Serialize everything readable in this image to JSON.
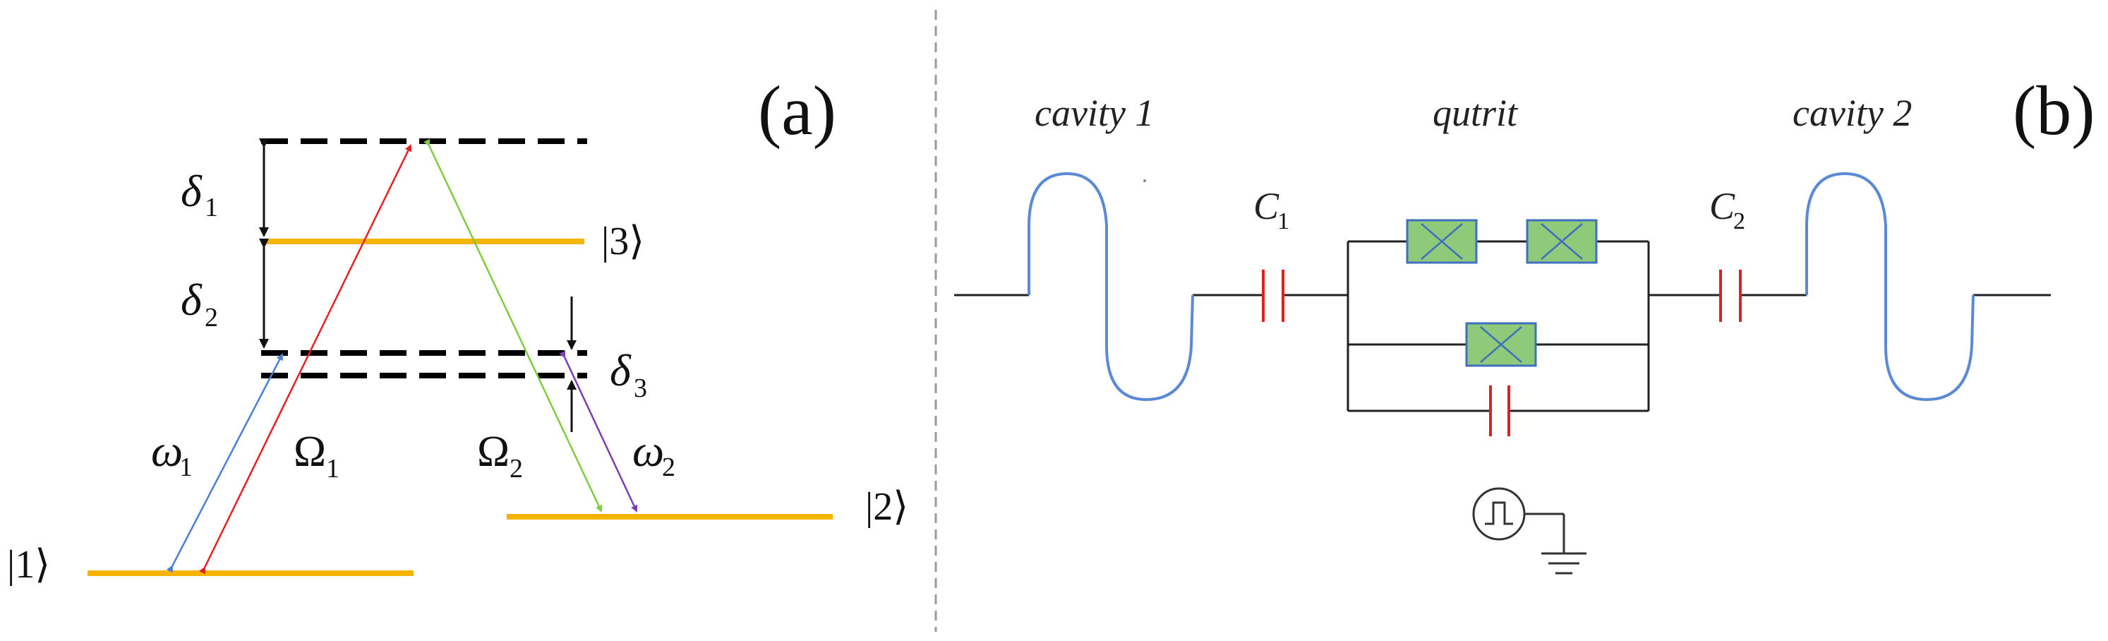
{
  "panel_a": {
    "label": "(a)",
    "levels": {
      "ket1": "|1⟩",
      "ket2": "|2⟩",
      "ket3": "|3⟩"
    },
    "symbols": {
      "delta": "δ",
      "omega_lower": "ω",
      "omega_upper": "Ω",
      "delta1_sub": "1",
      "delta2_sub": "2",
      "delta3_sub": "3",
      "omega1_sub": "1",
      "omega2_sub": "2",
      "Omega1_sub": "1",
      "Omega2_sub": "2"
    },
    "colors": {
      "level": "#f5b400",
      "virtual": "#000000",
      "omega1_arrow": "#4a7fd4",
      "Omega1_arrow": "#e62020",
      "Omega2_arrow": "#7fcc3f",
      "omega2_arrow": "#7a3fb0"
    }
  },
  "panel_b": {
    "label": "(b)",
    "cavity1_label": "cavity 1",
    "qutrit_label": "qutrit",
    "cavity2_label": "cavity 2",
    "c1_main": "C",
    "c1_sub": "1",
    "c2_main": "C",
    "c2_sub": "2",
    "colors": {
      "resonator": "#5a8ad6",
      "capacitor": "#e02020",
      "junction_fill": "#8fc97a",
      "junction_stroke": "#3f6fbf",
      "wire": "#222222"
    }
  }
}
